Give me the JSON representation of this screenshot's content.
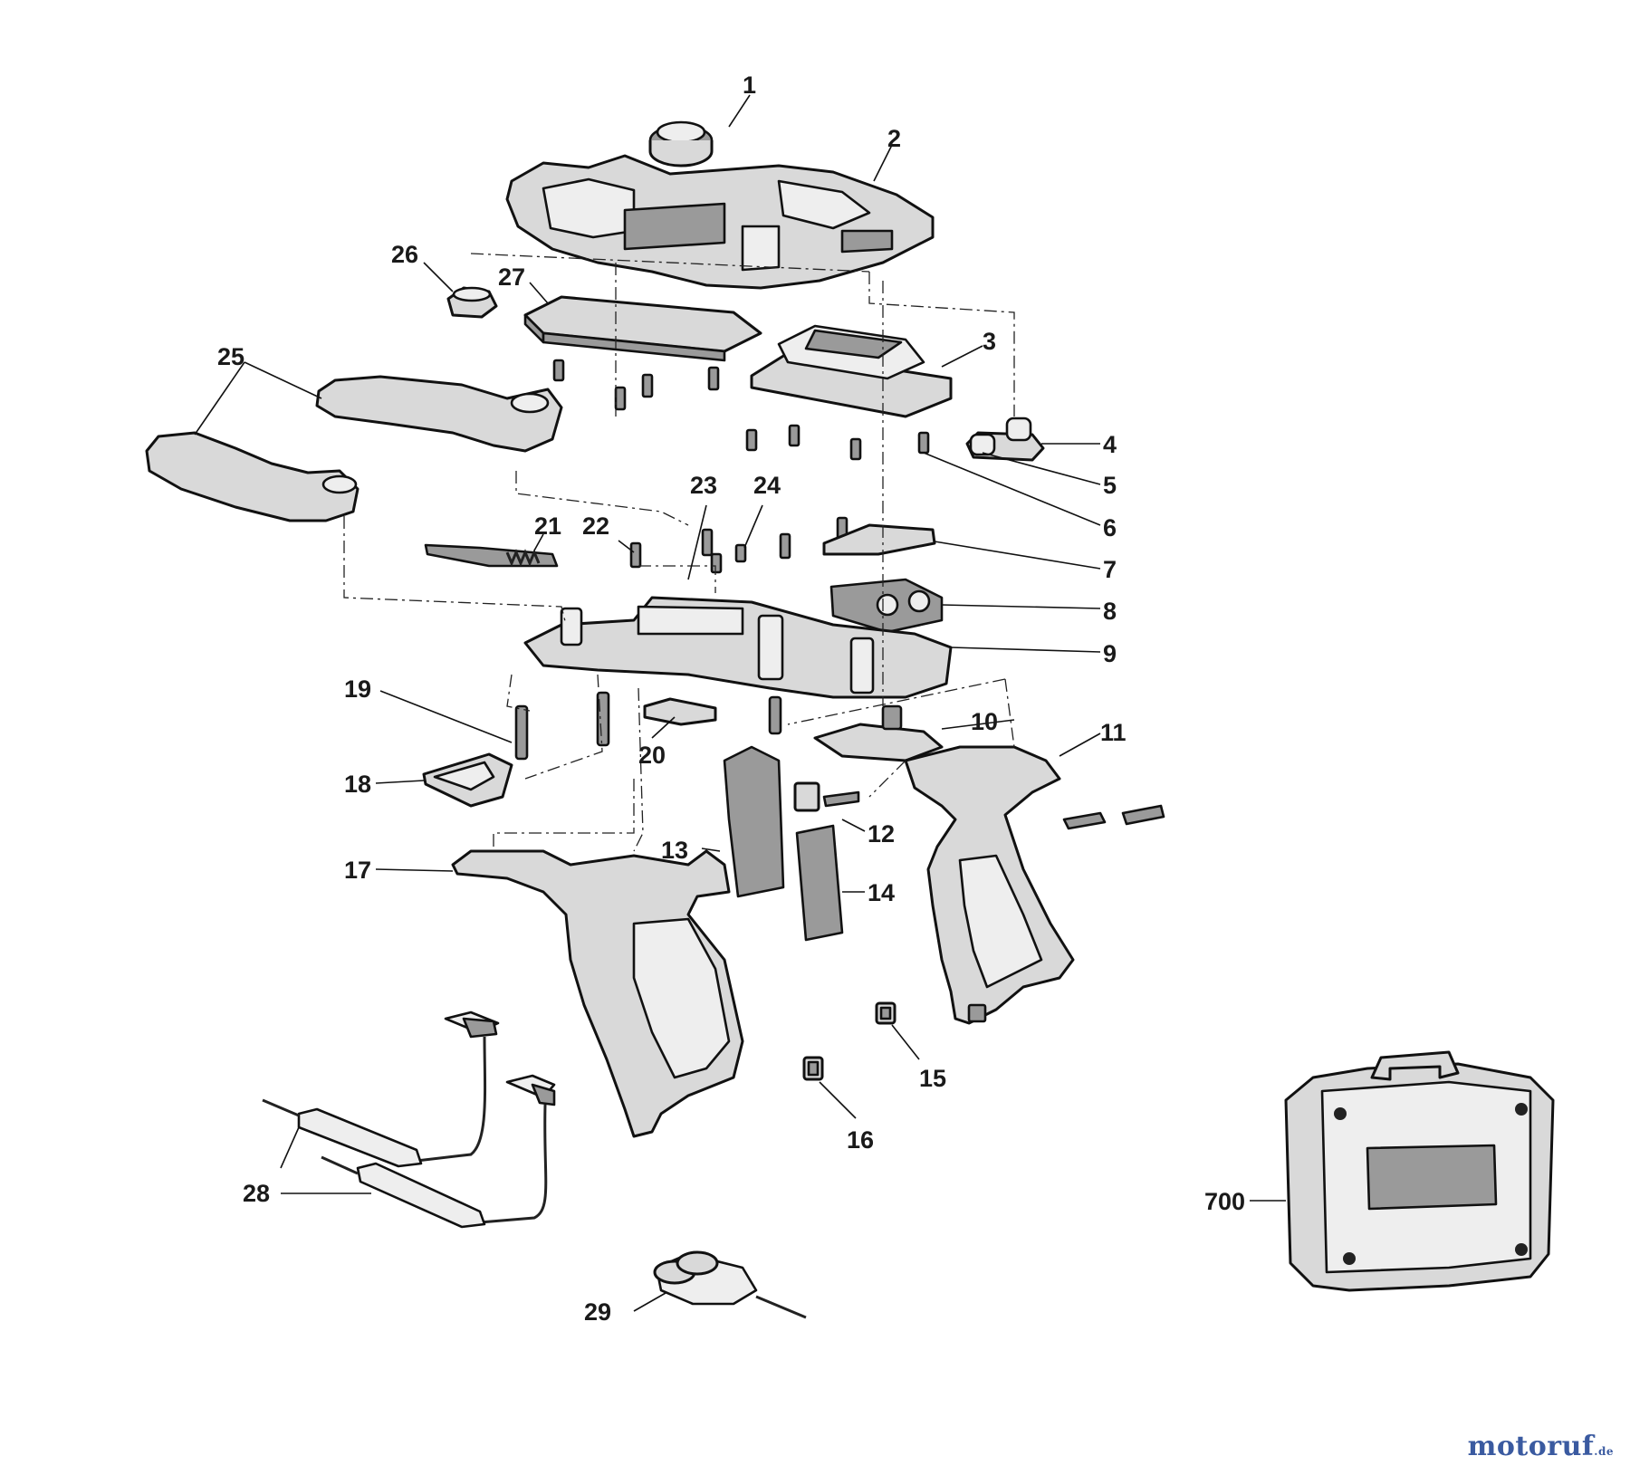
{
  "diagram": {
    "parts": [
      {
        "id": "1",
        "label": "1"
      },
      {
        "id": "2",
        "label": "2"
      },
      {
        "id": "3",
        "label": "3"
      },
      {
        "id": "4",
        "label": "4"
      },
      {
        "id": "5",
        "label": "5"
      },
      {
        "id": "6",
        "label": "6"
      },
      {
        "id": "7",
        "label": "7"
      },
      {
        "id": "8",
        "label": "8"
      },
      {
        "id": "9",
        "label": "9"
      },
      {
        "id": "10",
        "label": "10"
      },
      {
        "id": "11",
        "label": "11"
      },
      {
        "id": "12",
        "label": "12"
      },
      {
        "id": "13",
        "label": "13"
      },
      {
        "id": "14",
        "label": "14"
      },
      {
        "id": "15",
        "label": "15"
      },
      {
        "id": "16",
        "label": "16"
      },
      {
        "id": "17",
        "label": "17"
      },
      {
        "id": "18",
        "label": "18"
      },
      {
        "id": "19",
        "label": "19"
      },
      {
        "id": "20",
        "label": "20"
      },
      {
        "id": "21",
        "label": "21"
      },
      {
        "id": "22",
        "label": "22"
      },
      {
        "id": "23",
        "label": "23"
      },
      {
        "id": "24",
        "label": "24"
      },
      {
        "id": "25",
        "label": "25"
      },
      {
        "id": "26",
        "label": "26"
      },
      {
        "id": "27",
        "label": "27"
      },
      {
        "id": "28",
        "label": "28"
      },
      {
        "id": "29",
        "label": "29"
      },
      {
        "id": "700",
        "label": "700"
      }
    ]
  },
  "watermark": {
    "main": "motoruf",
    "tld": ".de"
  },
  "colors": {
    "ink": "#111111",
    "part_fill": "#d9d9d9",
    "watermark": "#3a5aa0"
  }
}
